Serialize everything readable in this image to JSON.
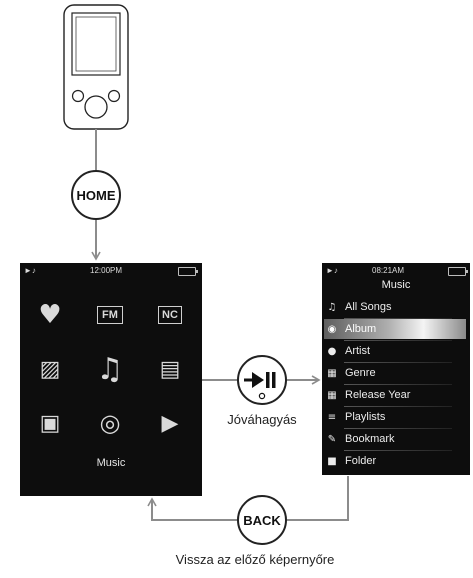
{
  "diagram": {
    "home_button_label": "HOME",
    "back_button_label": "BACK",
    "confirm_caption": "Jóváhagyás",
    "back_caption": "Vissza az előző képernyőre"
  },
  "home_screen": {
    "status_time": "12:00PM",
    "selected_label": "Music",
    "icons": [
      "heart-note-icon",
      "fm-radio-icon",
      "noise-cancel-icon",
      "photo-icon",
      "music-note-icon",
      "film-icon",
      "settings-toolbox-icon",
      "podcast-icon",
      "now-playing-icon"
    ],
    "fm_text": "FM",
    "nc_text": "NC"
  },
  "music_screen": {
    "status_time": "08:21AM",
    "title": "Music",
    "menu": [
      {
        "icon": "note-icon",
        "label": "All Songs",
        "selected": false
      },
      {
        "icon": "disc-icon",
        "label": "Album",
        "selected": true
      },
      {
        "icon": "person-icon",
        "label": "Artist",
        "selected": false
      },
      {
        "icon": "genre-icon",
        "label": "Genre",
        "selected": false
      },
      {
        "icon": "calendar-icon",
        "label": "Release Year",
        "selected": false
      },
      {
        "icon": "playlist-icon",
        "label": "Playlists",
        "selected": false
      },
      {
        "icon": "bookmark-icon",
        "label": "Bookmark",
        "selected": false
      },
      {
        "icon": "folder-icon",
        "label": "Folder",
        "selected": false
      }
    ]
  },
  "colors": {
    "screen_bg": "#0d0d0d",
    "connector": "#8c8c8c",
    "button_outline": "#222222"
  }
}
